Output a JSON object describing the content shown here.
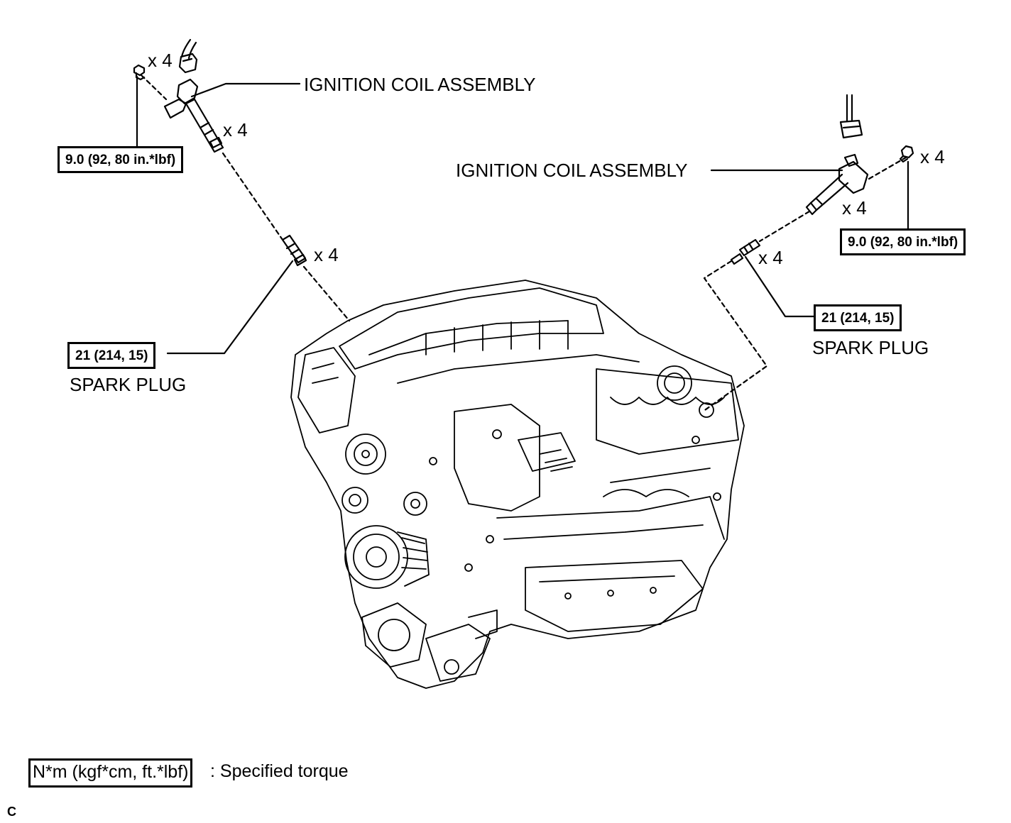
{
  "labels": {
    "ignition_coil_left": "IGNITION COIL ASSEMBLY",
    "ignition_coil_right": "IGNITION COIL ASSEMBLY",
    "spark_plug_left": "SPARK PLUG",
    "spark_plug_right": "SPARK PLUG"
  },
  "quantities": {
    "left_bolt": "x 4",
    "left_coil": "x 4",
    "left_plug": "x 4",
    "right_bolt": "x 4",
    "right_coil": "x 4",
    "right_plug": "x 4"
  },
  "torques": {
    "left_bolt": "9.0 (92, 80 in.*lbf)",
    "right_bolt": "9.0 (92, 80 in.*lbf)",
    "left_plug": "21 (214, 15)",
    "right_plug": "21 (214, 15)"
  },
  "legend": {
    "box_text": "N*m (kgf*cm, ft.*lbf)",
    "description": ": Specified torque"
  },
  "footer": {
    "code": "C"
  },
  "icons": [
    "bolt-icon",
    "connector-icon",
    "ignition-coil-icon",
    "spark-plug-icon",
    "engine-illustration"
  ]
}
